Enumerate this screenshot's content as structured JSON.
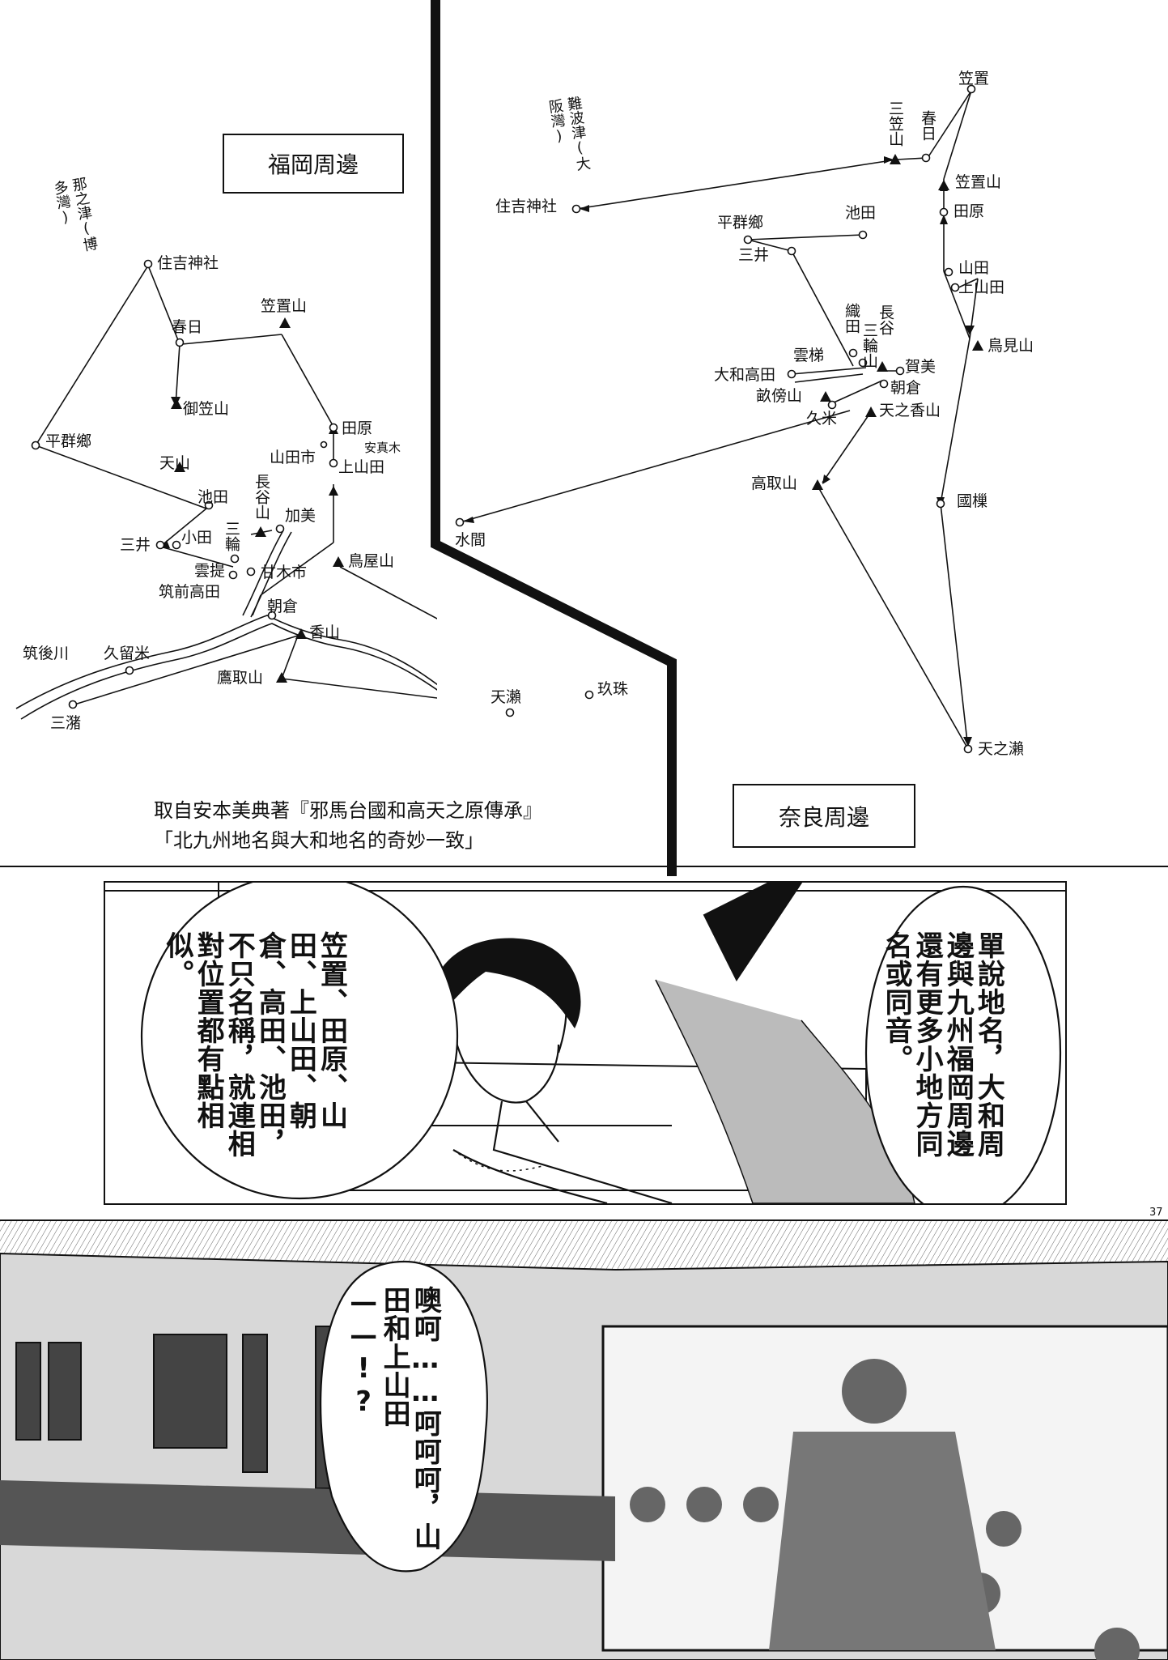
{
  "fukuoka_map": {
    "title": "福岡周邊",
    "bay_label": "那之津(博多灣)",
    "places": {
      "sumiyoshi": "住吉神社",
      "kasuga": "春日",
      "kasagiyama": "笠置山",
      "mikasayama": "御笠山",
      "heigungo": "平群鄉",
      "amayama": "天山",
      "ikeda": "池田",
      "tawara": "田原",
      "yamadashi": "山田市",
      "amagi_ma": "安真木",
      "kamiyamada": "上山田",
      "hasedani": "長谷山",
      "kami": "加美",
      "mitsui": "三井",
      "oda": "小田",
      "miwa": "三輪",
      "unade": "雲提",
      "amagishi": "甘木市",
      "chikuzen_takada": "筑前高田",
      "toriyayama": "鳥屋山",
      "asakura": "朝倉",
      "chikugogawa": "筑後川",
      "kurume": "久留米",
      "kayama": "香山",
      "takatoriyama": "鷹取山",
      "amase": "天瀨",
      "kusu": "玖珠",
      "mizuma": "三潴"
    }
  },
  "nara_map": {
    "title": "奈良周邊",
    "bay_label": "難波津(大阪灣)",
    "places": {
      "kasagi": "笠置",
      "mikasayama": "三笠山",
      "kasuga": "春日",
      "kasagiyama": "笠置山",
      "sumiyoshi": "住吉神社",
      "tawara": "田原",
      "heigungo": "平群鄉",
      "ikeda": "池田",
      "mitsui": "三井",
      "yamada": "山田",
      "kamiyamada": "上山田",
      "oda": "織田",
      "hase": "長谷",
      "miwayama": "三輪山",
      "torimiyama": "鳥見山",
      "unade": "雲梯",
      "kami": "賀美",
      "yamato_takada": "大和高田",
      "asakura": "朝倉",
      "unebiyama": "畝傍山",
      "kume": "久米",
      "amanokaguyama": "天之香山",
      "mizuma": "水間",
      "takatoriyama": "高取山",
      "kunugi": "國樔",
      "amanose": "天之瀨"
    }
  },
  "source_caption": {
    "line1": "取自安本美典著『邪馬台國和高天之原傳承』",
    "line2": "「北九州地名與大和地名的奇妙一致」"
  },
  "panel2": {
    "bubble_right": "單說地名，大和周邊與九州福岡周邊還有更多小地方同名或同音。",
    "bubble_left": "笠置、田原、山田、上山田、朝倉、高田、池田，不只名稱，就連相對位置都有點相似。"
  },
  "page_number": "37",
  "panel3": {
    "bubble": "噢呵……呵呵呵，山田和上山田——!?"
  }
}
